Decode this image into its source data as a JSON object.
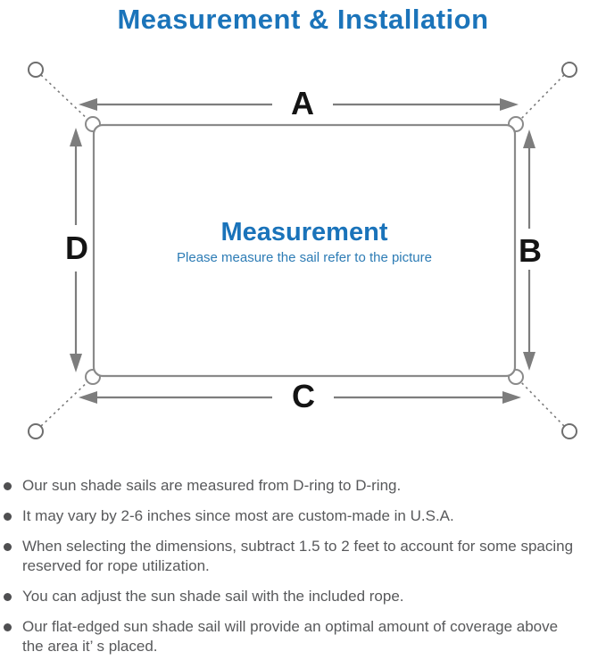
{
  "page": {
    "title": "Measurement & Installation"
  },
  "diagram": {
    "dimension_labels": {
      "a": "A",
      "b": "B",
      "c": "C",
      "d": "D"
    },
    "center": {
      "heading": "Measurement",
      "subheading": "Please measure the sail refer to the picture"
    },
    "colors": {
      "title_blue": "#1b74ba",
      "subheading_blue": "#2d7cb5",
      "outline_gray": "#8a8a8a",
      "arrow_gray": "#7d7d7d",
      "label_black": "#141414",
      "note_text_gray": "#58595b"
    }
  },
  "notes": {
    "items": [
      {
        "lines": [
          "Our sun shade sails are measured from D-ring to D-ring."
        ]
      },
      {
        "lines": [
          "It may vary by 2-6 inches since most are custom-made in U.S.A."
        ]
      },
      {
        "lines": [
          "When selecting the dimensions, subtract 1.5 to 2 feet to account for some spacing",
          "reserved for rope utilization."
        ]
      },
      {
        "lines": [
          "You can adjust the sun shade sail with the included rope."
        ]
      },
      {
        "lines": [
          "Our flat-edged sun shade sail will provide an optimal amount of coverage above",
          "the area it’ s placed."
        ]
      }
    ]
  }
}
